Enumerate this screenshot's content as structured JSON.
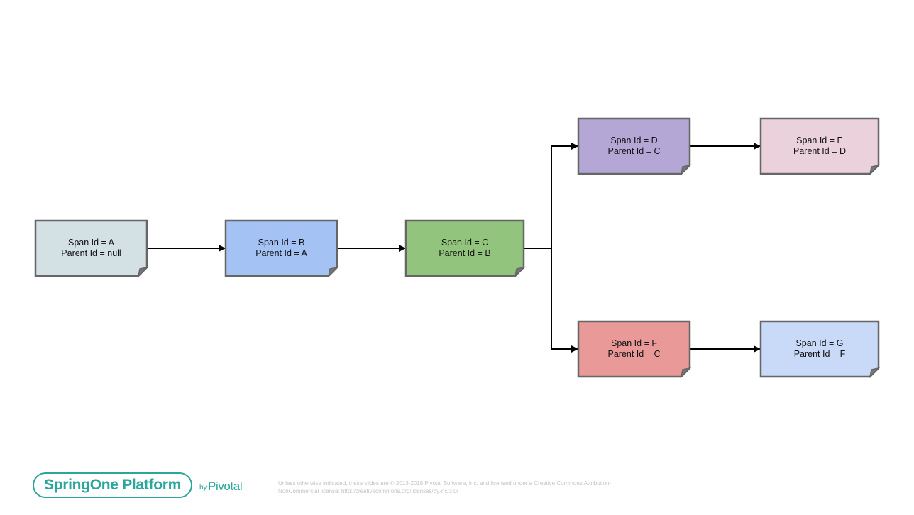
{
  "diagram": {
    "nodes": [
      {
        "id": "A",
        "line1": "Span Id = A",
        "line2": "Parent Id = null",
        "fill": "#d3e0e4"
      },
      {
        "id": "B",
        "line1": "Span Id = B",
        "line2": "Parent Id = A",
        "fill": "#a4c2f4"
      },
      {
        "id": "C",
        "line1": "Span Id = C",
        "line2": "Parent Id = B",
        "fill": "#93c47d"
      },
      {
        "id": "D",
        "line1": "Span Id = D",
        "line2": "Parent Id = C",
        "fill": "#b4a7d6"
      },
      {
        "id": "E",
        "line1": "Span Id = E",
        "line2": "Parent Id = D",
        "fill": "#ead1dc"
      },
      {
        "id": "F",
        "line1": "Span Id = F",
        "line2": "Parent Id = C",
        "fill": "#ea9999"
      },
      {
        "id": "G",
        "line1": "Span Id = G",
        "line2": "Parent Id = F",
        "fill": "#c9daf8"
      }
    ],
    "edges": [
      {
        "from": "A",
        "to": "B"
      },
      {
        "from": "B",
        "to": "C"
      },
      {
        "from": "C",
        "to": "D"
      },
      {
        "from": "C",
        "to": "F"
      },
      {
        "from": "D",
        "to": "E"
      },
      {
        "from": "F",
        "to": "G"
      }
    ],
    "border_color": "#666666",
    "arrow_color": "#000000"
  },
  "footer": {
    "brand": "SpringOne Platform",
    "by": "by",
    "company": "Pivotal",
    "license_line1": "Unless otherwise indicated, these slides are © 2013-2018 Pivotal Software, Inc. and licensed under a Creative Commons Attribution-",
    "license_line2": "NonCommercial license: http://creativecommons.org/licenses/by-nc/3.0/",
    "brand_color": "#2aa69a"
  }
}
